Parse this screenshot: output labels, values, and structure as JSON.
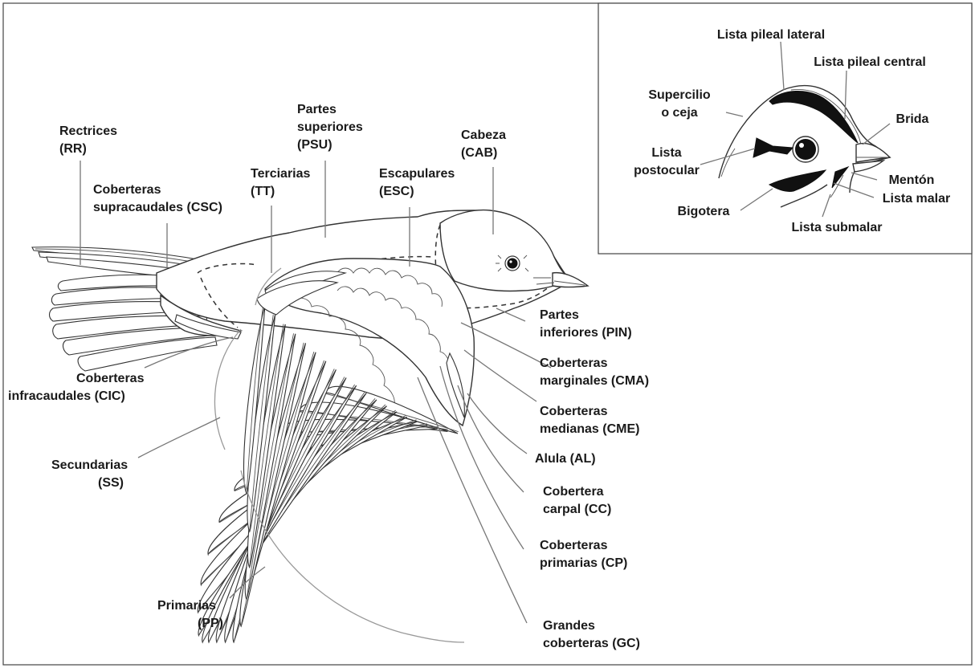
{
  "diagram": {
    "inset": {
      "labels": {
        "lista_pileal_lateral": "Lista pileal lateral",
        "lista_pileal_central": "Lista pileal central",
        "supercilio_1": "Supercilio",
        "supercilio_2": "o ceja",
        "brida": "Brida",
        "lista_postocular_1": "Lista",
        "lista_postocular_2": "postocular",
        "menton": "Mentón",
        "lista_malar": "Lista malar",
        "bigotera": "Bigotera",
        "lista_submalar": "Lista submalar"
      }
    },
    "labels": {
      "rectrices_1": "Rectrices",
      "rectrices_2": "(RR)",
      "partes_superiores_1": "Partes",
      "partes_superiores_2": "superiores",
      "partes_superiores_3": "(PSU)",
      "cabeza_1": "Cabeza",
      "cabeza_2": "(CAB)",
      "csc_1": "Coberteras",
      "csc_2": "supracaudales (CSC)",
      "terciarias_1": "Terciarias",
      "terciarias_2": "(TT)",
      "escapulares_1": "Escapulares",
      "escapulares_2": "(ESC)",
      "partes_inferiores_1": "Partes",
      "partes_inferiores_2": "inferiores (PIN)",
      "cic_1": "Coberteras",
      "cic_2": "infracaudales (CIC)",
      "cma_1": "Coberteras",
      "cma_2": "marginales (CMA)",
      "cme_1": "Coberteras",
      "cme_2": "medianas (CME)",
      "alula": "Alula (AL)",
      "secundarias_1": "Secundarias",
      "secundarias_2": "(SS)",
      "cc_1": "Cobertera",
      "cc_2": "carpal (CC)",
      "cp_1": "Coberteras",
      "cp_2": "primarias (CP)",
      "primarias_1": "Primarias",
      "primarias_2": "(PP)",
      "gc_1": "Grandes",
      "gc_2": "coberteras (GC)"
    }
  }
}
